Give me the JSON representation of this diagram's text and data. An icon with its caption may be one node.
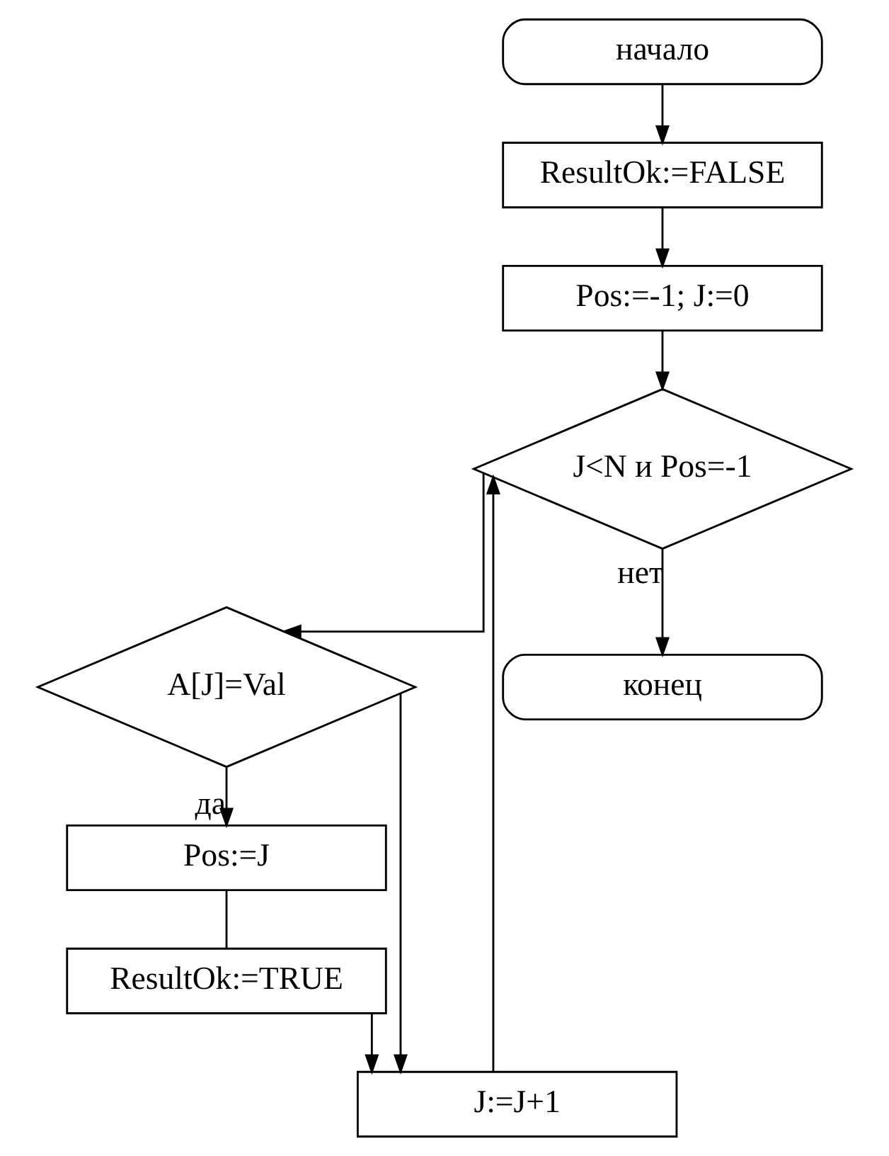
{
  "diagram": {
    "nodes": [
      {
        "text": [
          "начало"
        ]
      },
      {
        "text": [
          "ResultOk:=FALSE"
        ]
      },
      {
        "text": [
          "Pos:=-1; J:=0"
        ]
      },
      {
        "text": [
          "J<N и Pos=-1"
        ]
      },
      {
        "text": [
          "A[J]=Val"
        ]
      },
      {
        "text": [
          "Pos:=J"
        ]
      },
      {
        "text": [
          "ResultOk:=TRUE"
        ]
      },
      {
        "text": [
          "J:=J+1"
        ]
      },
      {
        "text": [
          "конец"
        ]
      }
    ],
    "edges": [
      {
        "from": 0,
        "to": 1,
        "arrow": "to"
      },
      {
        "from": 1,
        "to": 2,
        "arrow": "to"
      },
      {
        "from": 2,
        "to": 3,
        "arrow": "to"
      },
      {
        "from": 3,
        "to": 4,
        "arrow": "to"
      },
      {
        "from": 3,
        "to": 8,
        "label": "нет",
        "arrow": "to"
      },
      {
        "from": 4,
        "to": 5,
        "label": "да",
        "arrow": "to"
      },
      {
        "from": 5,
        "to": 6,
        "arrow": "none"
      },
      {
        "from": 6,
        "to": 7,
        "arrow": "to"
      },
      {
        "from": 4,
        "to": 7,
        "arrow": "to"
      },
      {
        "from": 7,
        "to": 3,
        "arrow": "to"
      }
    ]
  }
}
